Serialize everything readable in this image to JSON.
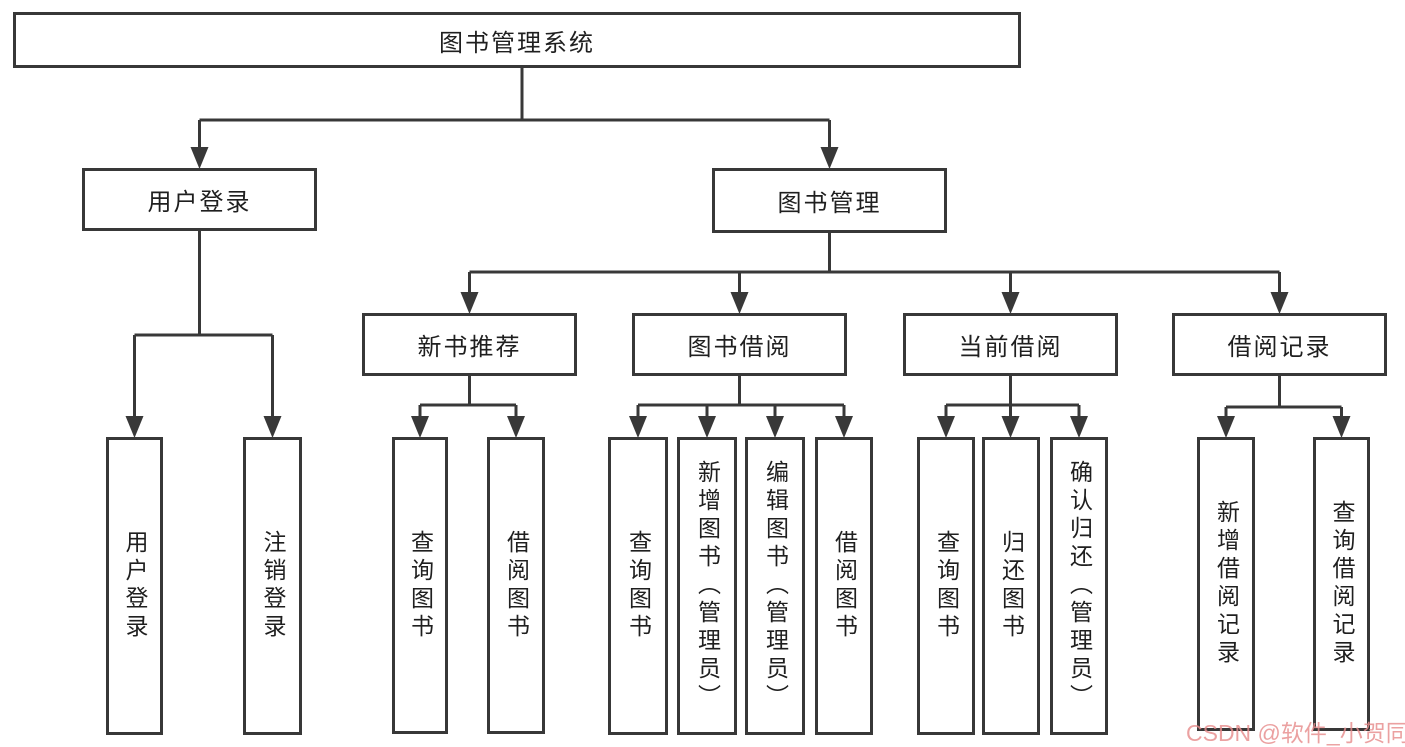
{
  "diagram": {
    "root": {
      "label": "图书管理系统"
    },
    "level2": {
      "login": {
        "label": "用户登录"
      },
      "mgmt": {
        "label": "图书管理"
      }
    },
    "level3": {
      "newbook": {
        "label": "新书推荐"
      },
      "borrow": {
        "label": "图书借阅"
      },
      "current": {
        "label": "当前借阅"
      },
      "records": {
        "label": "借阅记录"
      }
    },
    "leaves": {
      "login_user": {
        "label": "用户登录"
      },
      "login_logout": {
        "label": "注销登录"
      },
      "newbook_query": {
        "label": "查询图书"
      },
      "newbook_borrow": {
        "label": "借阅图书"
      },
      "borrow_query": {
        "label": "查询图书"
      },
      "borrow_add": {
        "label": "新增图书（管理员）"
      },
      "borrow_edit": {
        "label": "编辑图书（管理员）"
      },
      "borrow_borrow": {
        "label": "借阅图书"
      },
      "current_query": {
        "label": "查询图书"
      },
      "current_return": {
        "label": "归还图书"
      },
      "current_confirm": {
        "label": "确认归还（管理员）"
      },
      "records_add": {
        "label": "新增借阅记录"
      },
      "records_query": {
        "label": "查询借阅记录"
      }
    }
  },
  "watermark": {
    "text": "CSDN @软件_小贺同学",
    "color": "#e68c8c"
  },
  "colors": {
    "stroke": "#383838",
    "text": "#1f1f1f",
    "background": "#ffffff"
  }
}
